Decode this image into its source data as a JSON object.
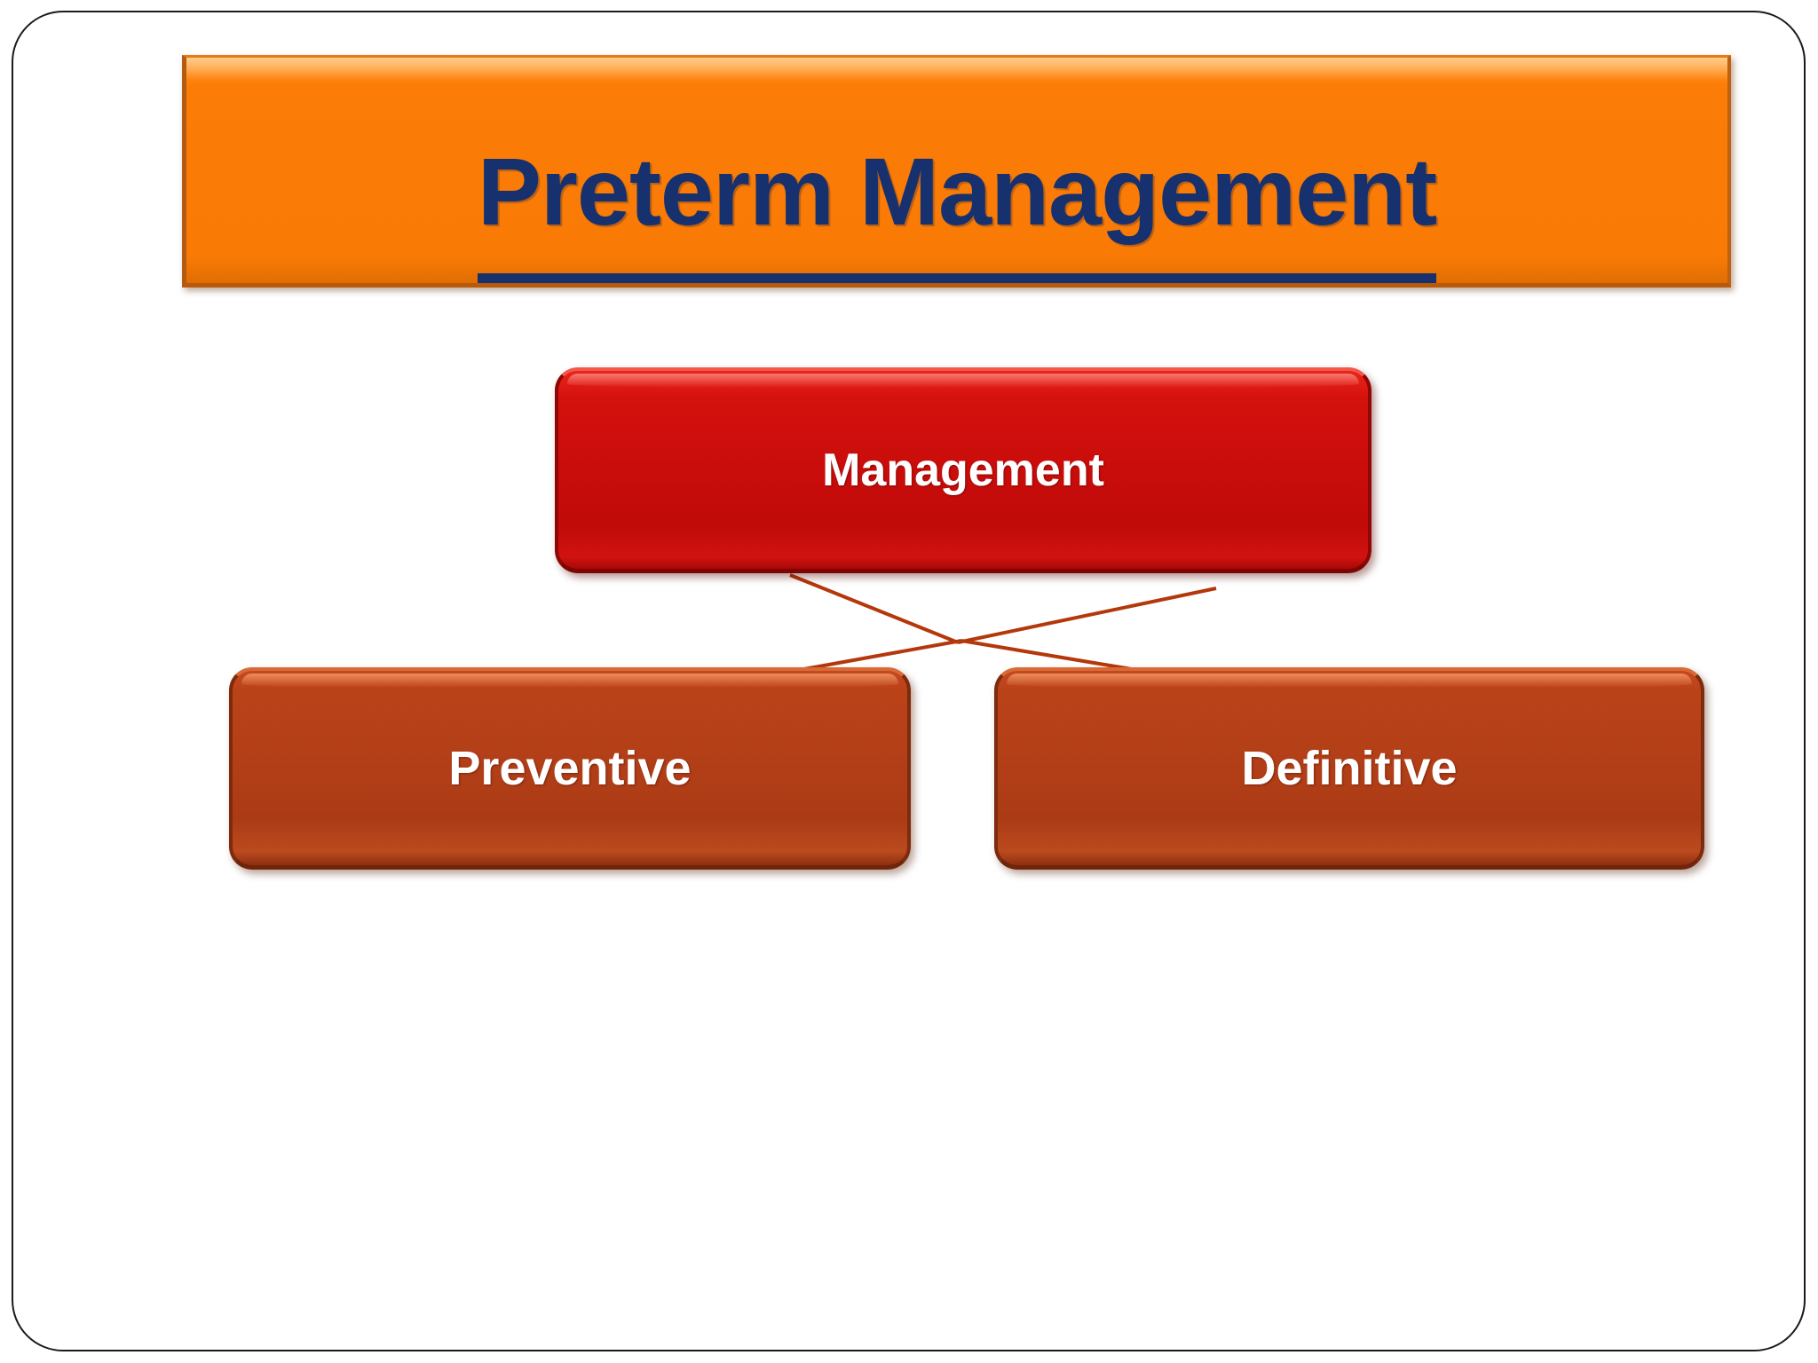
{
  "slide": {
    "title": "Preterm Management",
    "background_color": "#ffffff",
    "border_color": "#1a1a1a"
  },
  "title_banner": {
    "text": "Preterm Management",
    "text_color": "#17306e",
    "fill_color": "#f97b05",
    "underlined": true
  },
  "diagram": {
    "type": "hierarchy",
    "root": {
      "label": "Management",
      "fill_color": "#ca0d0b",
      "text_color": "#ffffff"
    },
    "children": [
      {
        "label": "Preventive",
        "fill_color": "#b33f18",
        "text_color": "#ffffff"
      },
      {
        "label": "Definitive",
        "fill_color": "#b33f18",
        "text_color": "#ffffff"
      }
    ],
    "connector_color": "#b4380c"
  }
}
